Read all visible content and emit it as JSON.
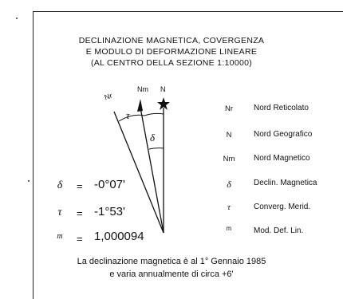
{
  "title": {
    "line1": "DECLINAZIONE MAGNETICA, COVERGENZA",
    "line2": "E MODULO DI DEFORMAZIONE LINEARE",
    "line3": "(AL CENTRO DELLA SEZIONE 1:10000)"
  },
  "diagram": {
    "north_labels": {
      "nr": "Nr",
      "nm": "Nm",
      "n": "N"
    },
    "angle_labels": {
      "tau": "τ",
      "delta": "δ"
    }
  },
  "legend": [
    {
      "abbr": "Nr",
      "desc": "Nord Reticolato"
    },
    {
      "abbr": "N",
      "desc": "Nord Geografico"
    },
    {
      "abbr": "Nm",
      "desc": "Nord Magnetico"
    },
    {
      "abbr": "δ",
      "desc": "Declin. Magnetica"
    },
    {
      "abbr": "τ",
      "desc": "Converg. Merid."
    },
    {
      "abbr": "m",
      "desc": "Mod. Def. Lin."
    }
  ],
  "values": [
    {
      "symbol": "δ",
      "eq": "=",
      "value": "-0°07'"
    },
    {
      "symbol": "τ",
      "eq": "=",
      "value": "-1°53'"
    },
    {
      "symbol": "m",
      "eq": "=",
      "value": "1,000094"
    }
  ],
  "footer": {
    "line1": "La declinazione magnetica è al 1° Gennaio 1985",
    "line2": "e varia annualmente di circa +6'"
  }
}
